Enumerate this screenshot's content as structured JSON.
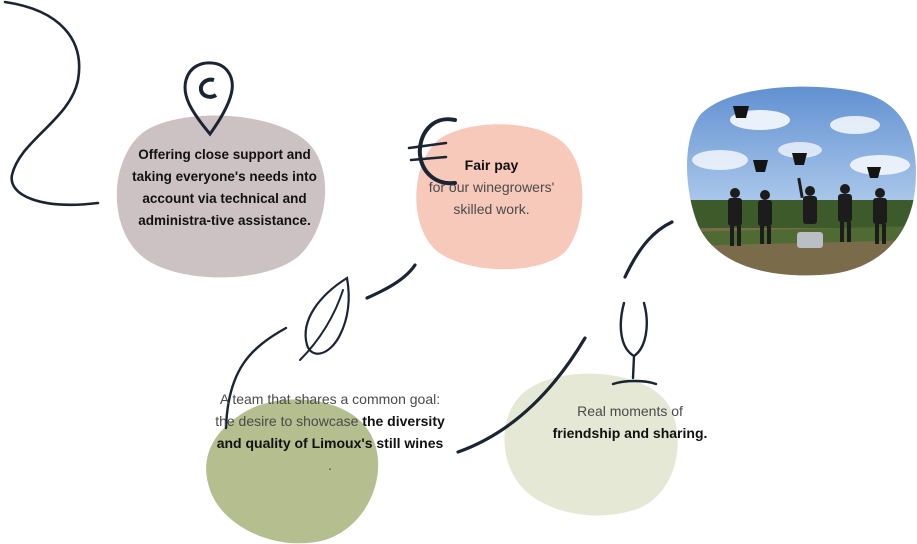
{
  "blocks": {
    "support": {
      "text": "Offering close support and taking everyone's needs into account  via technical and administra-tive assistance."
    },
    "fair_pay": {
      "bold": "Fair pay",
      "rest": "for our winegrowers' skilled work."
    },
    "team": {
      "light": "A team that shares a common goal: the desire to showcase ",
      "bold": "the diversity and quality of Limoux's still wines",
      "tail": "."
    },
    "moments": {
      "light": "Real moments of",
      "bold": "friendship and sharing."
    }
  },
  "icons": [
    "location-pin-icon",
    "euro-icon",
    "leaf-icon",
    "wine-glass-icon"
  ],
  "colors": {
    "mauve_blob": "#cdc2c3",
    "peach_blob": "#f6c9bb",
    "olive_blob": "#b4be8f",
    "sage_blob": "#e4e8d5",
    "stroke": "#1b2433",
    "sky": "#7fa7d6"
  },
  "photo": {
    "description_visible": false
  }
}
